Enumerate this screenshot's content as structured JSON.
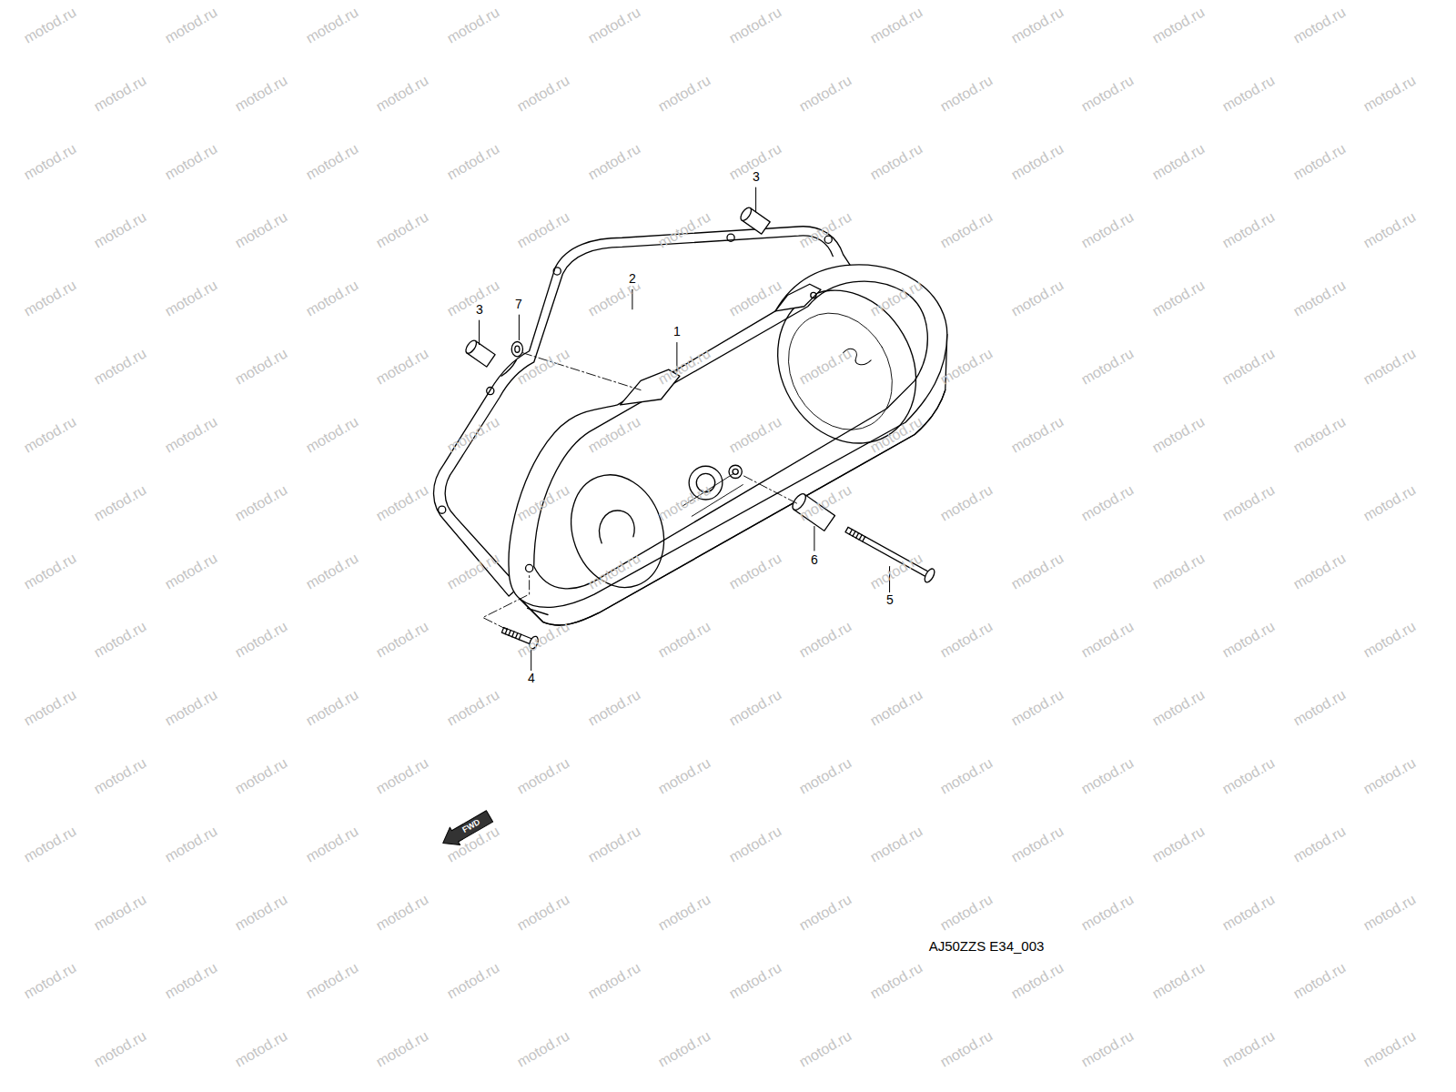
{
  "diagram": {
    "labels": [
      "3",
      "2",
      "3",
      "7",
      "1",
      "6",
      "5",
      "4",
      "FWD",
      "AJ50ZZS E34_003",
      "motod.ru",
      "motod.ru",
      "motod.ru",
      "motod.ru",
      "motod.ru",
      "motod.ru",
      "motod.ru",
      "motod.ru",
      "motod.ru",
      "motod.ru",
      "motod.ru",
      "motod.ru",
      "motod.ru",
      "motod.ru",
      "motod.ru",
      "motod.ru",
      "motod.ru",
      "motod.ru",
      "motod.ru",
      "motod.ru",
      "motod.ru",
      "motod.ru",
      "motod.ru",
      "motod.ru",
      "motod.ru",
      "motod.ru",
      "motod.ru",
      "motod.ru",
      "motod.ru",
      "motod.ru",
      "motod.ru",
      "motod.ru",
      "motod.ru",
      "motod.ru",
      "motod.ru",
      "motod.ru",
      "motod.ru",
      "motod.ru",
      "motod.ru",
      "motod.ru",
      "motod.ru",
      "motod.ru",
      "motod.ru",
      "motod.ru",
      "motod.ru",
      "motod.ru",
      "motod.ru",
      "motod.ru",
      "motod.ru",
      "motod.ru",
      "motod.ru",
      "motod.ru",
      "motod.ru",
      "motod.ru",
      "motod.ru",
      "motod.ru",
      "motod.ru",
      "motod.ru",
      "motod.ru",
      "motod.ru",
      "motod.ru",
      "motod.ru",
      "motod.ru",
      "motod.ru",
      "motod.ru",
      "motod.ru",
      "motod.ru",
      "motod.ru",
      "motod.ru",
      "motod.ru",
      "motod.ru",
      "motod.ru",
      "motod.ru",
      "motod.ru",
      "motod.ru",
      "motod.ru",
      "motod.ru",
      "motod.ru",
      "motod.ru",
      "motod.ru",
      "motod.ru",
      "motod.ru",
      "motod.ru",
      "motod.ru",
      "motod.ru",
      "motod.ru",
      "motod.ru",
      "motod.ru",
      "motod.ru",
      "motod.ru",
      "motod.ru",
      "motod.ru",
      "motod.ru",
      "motod.ru",
      "motod.ru",
      "motod.ru",
      "motod.ru",
      "motod.ru",
      "motod.ru",
      "motod.ru",
      "motod.ru",
      "motod.ru",
      "motod.ru",
      "motod.ru",
      "motod.ru",
      "motod.ru",
      "motod.ru",
      "motod.ru",
      "motod.ru",
      "motod.ru",
      "motod.ru",
      "motod.ru",
      "motod.ru",
      "motod.ru",
      "motod.ru",
      "motod.ru",
      "motod.ru",
      "motod.ru",
      "motod.ru",
      "motod.ru",
      "motod.ru",
      "motod.ru",
      "motod.ru",
      "motod.ru",
      "motod.ru",
      "motod.ru",
      "motod.ru",
      "motod.ru",
      "motod.ru",
      "motod.ru",
      "motod.ru",
      "motod.ru",
      "motod.ru",
      "motod.ru",
      "motod.ru",
      "motod.ru",
      "motod.ru",
      "motod.ru",
      "motod.ru",
      "motod.ru",
      "motod.ru",
      "motod.ru",
      "motod.ru",
      "motod.ru",
      "motod.ru",
      "motod.ru",
      "motod.ru",
      "motod.ru",
      "motod.ru",
      "motod.ru",
      "motod.ru",
      "motod.ru",
      "motod.ru",
      "motod.ru",
      "motod.ru",
      "motod.ru",
      "motod.ru",
      "motod.ru",
      "motod.ru",
      "motod.ru"
    ]
  }
}
